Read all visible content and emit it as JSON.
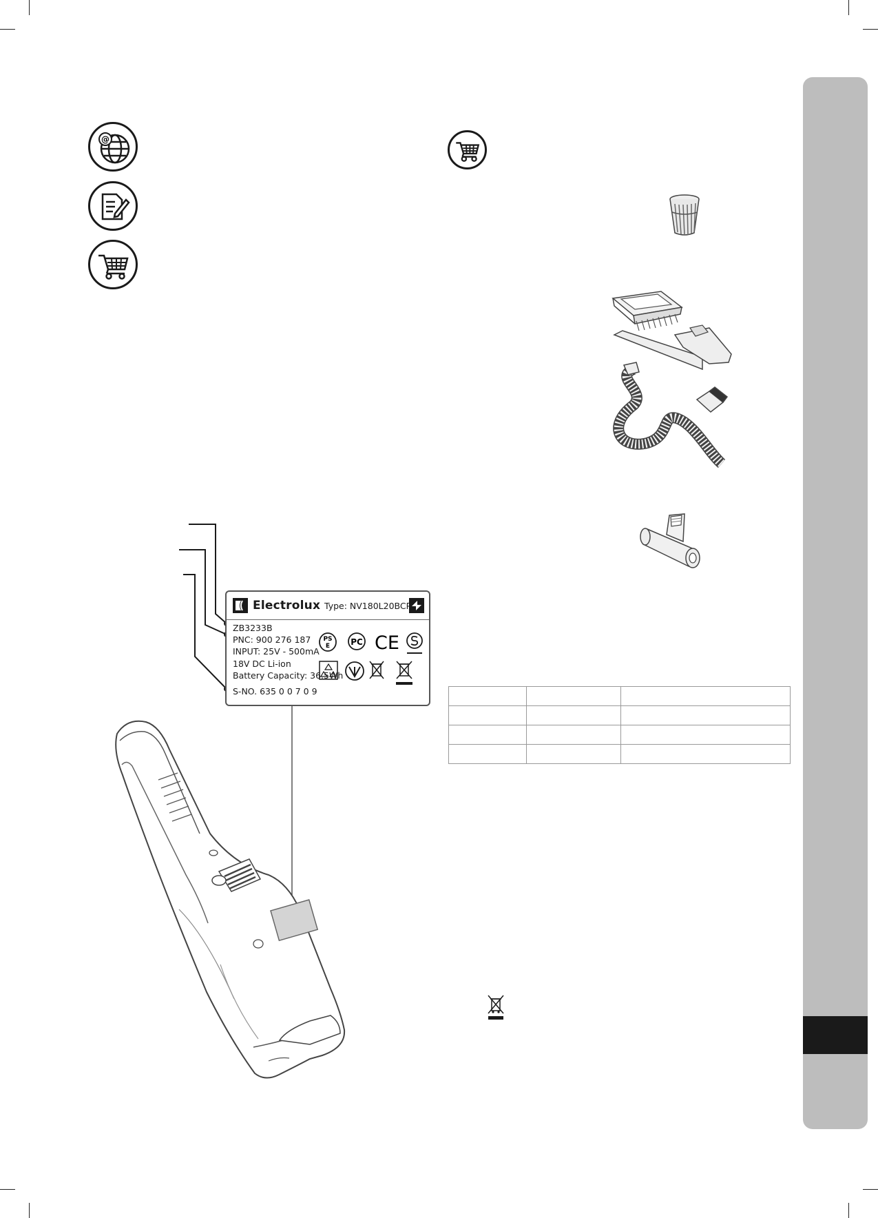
{
  "side_tab": {
    "color": "#bdbdbd",
    "marker_color": "#1a1a1a"
  },
  "icons": {
    "left": [
      "web-globe-icon",
      "registration-document-icon",
      "shopping-cart-icon"
    ],
    "right": [
      "shopping-cart-icon"
    ]
  },
  "rating_label": {
    "brand": "Electrolux",
    "type": "Type: NV180L20BCP",
    "model": "ZB3233B",
    "pnc": "PNC: 900 276 187",
    "input": "INPUT: 25V - 500mA",
    "battery_type": "18V DC Li-ion",
    "battery_capacity": "Battery Capacity: 36.5Wh",
    "serial": "S-NO.   635 0 0 7 0 9",
    "mark_ps": "PS",
    "mark_e": "E",
    "mark_ce": "CE",
    "mark_rostest": "PC"
  },
  "table": {
    "rows": 4,
    "columns": 3
  },
  "accessories": [
    "filter-illustration",
    "brush-and-nozzle-set",
    "flexible-hose",
    "motorized-power-brush"
  ]
}
